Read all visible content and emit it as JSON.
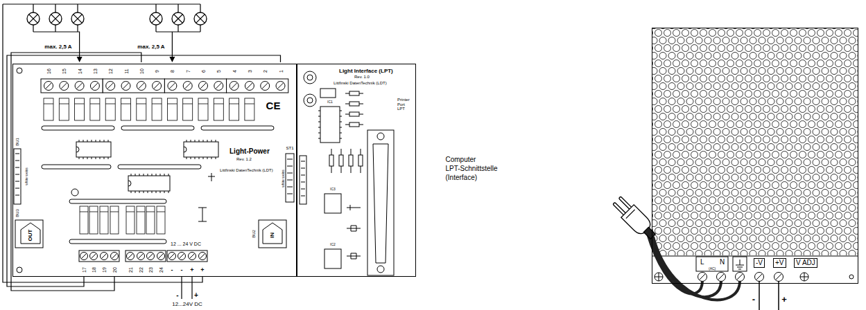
{
  "diagram": {
    "nodes": [
      {
        "text": [
          "Light-Power",
          "Rev. 1.2",
          "Littfinski DatenTechnik (LDT)"
        ]
      },
      {
        "text": [
          "Light Interface (LPT)",
          "Rev. 1.0",
          "Littfinski DatenTechnik (LDT)",
          "Printer Port LPT"
        ]
      },
      {
        "text": [
          "L",
          "(AC)",
          "N",
          "-V",
          "+V",
          "V ADJ"
        ]
      }
    ],
    "labels": [
      "max. 2,5 A",
      "max. 2,5 A",
      "16",
      "15",
      "14",
      "13",
      "12",
      "11",
      "10",
      "9",
      "8",
      "7",
      "6",
      "5",
      "4",
      "3",
      "2",
      "1",
      "CE",
      "BU1",
      "white weiss",
      "BU3",
      "OUT",
      "ST1",
      "white weiss",
      "BU2",
      "IN",
      "17",
      "18",
      "19",
      "20",
      "21",
      "22",
      "23",
      "24",
      "12 ... 24 V DC",
      "-",
      "-",
      "+",
      "+",
      "-",
      "+",
      "12...24V DC",
      "IC1",
      "IC3",
      "IC2",
      "Computer LPT-Schnittstelle (Interface)",
      "-",
      "+"
    ]
  }
}
